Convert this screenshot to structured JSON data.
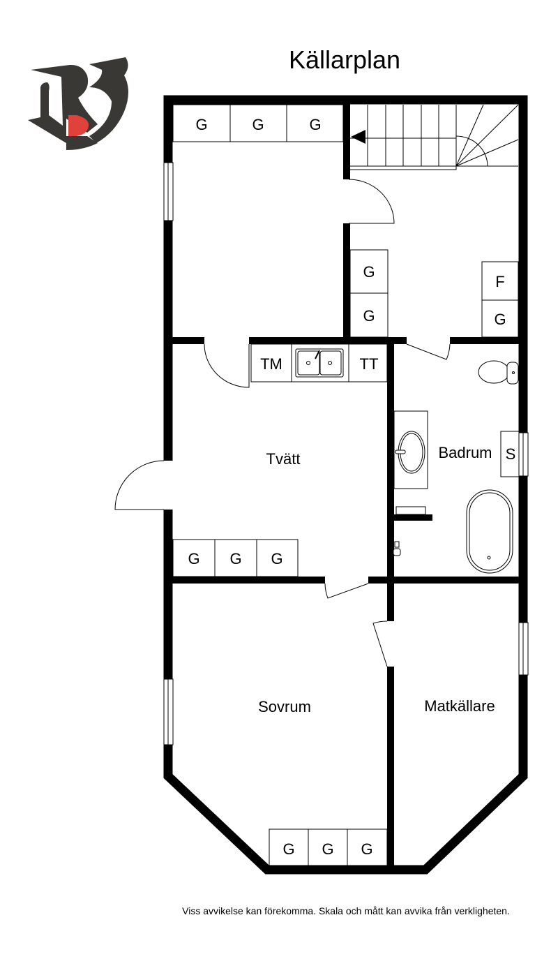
{
  "title": "Källarplan",
  "footer": "Viss avvikelse kan förekomma. Skala och mått kan avvika från verkligheten.",
  "colors": {
    "wall": "#000000",
    "logo_dark": "#3a3835",
    "logo_accent": "#e0413a"
  },
  "rooms": {
    "tvatt": "Tvätt",
    "badrum": "Badrum",
    "sovrum": "Sovrum",
    "matkallare": "Matkällare"
  },
  "fixtures": {
    "top_cabinets": [
      "G",
      "G",
      "G"
    ],
    "hall_cabinets": [
      "G",
      "G"
    ],
    "right_cabinets": [
      "F",
      "G"
    ],
    "washer": "TM",
    "dryer": "TT",
    "bath_cabinet": "S",
    "tvatt_cabinets": [
      "G",
      "G",
      "G"
    ],
    "sovrum_cabinets": [
      "G",
      "G",
      "G"
    ]
  }
}
